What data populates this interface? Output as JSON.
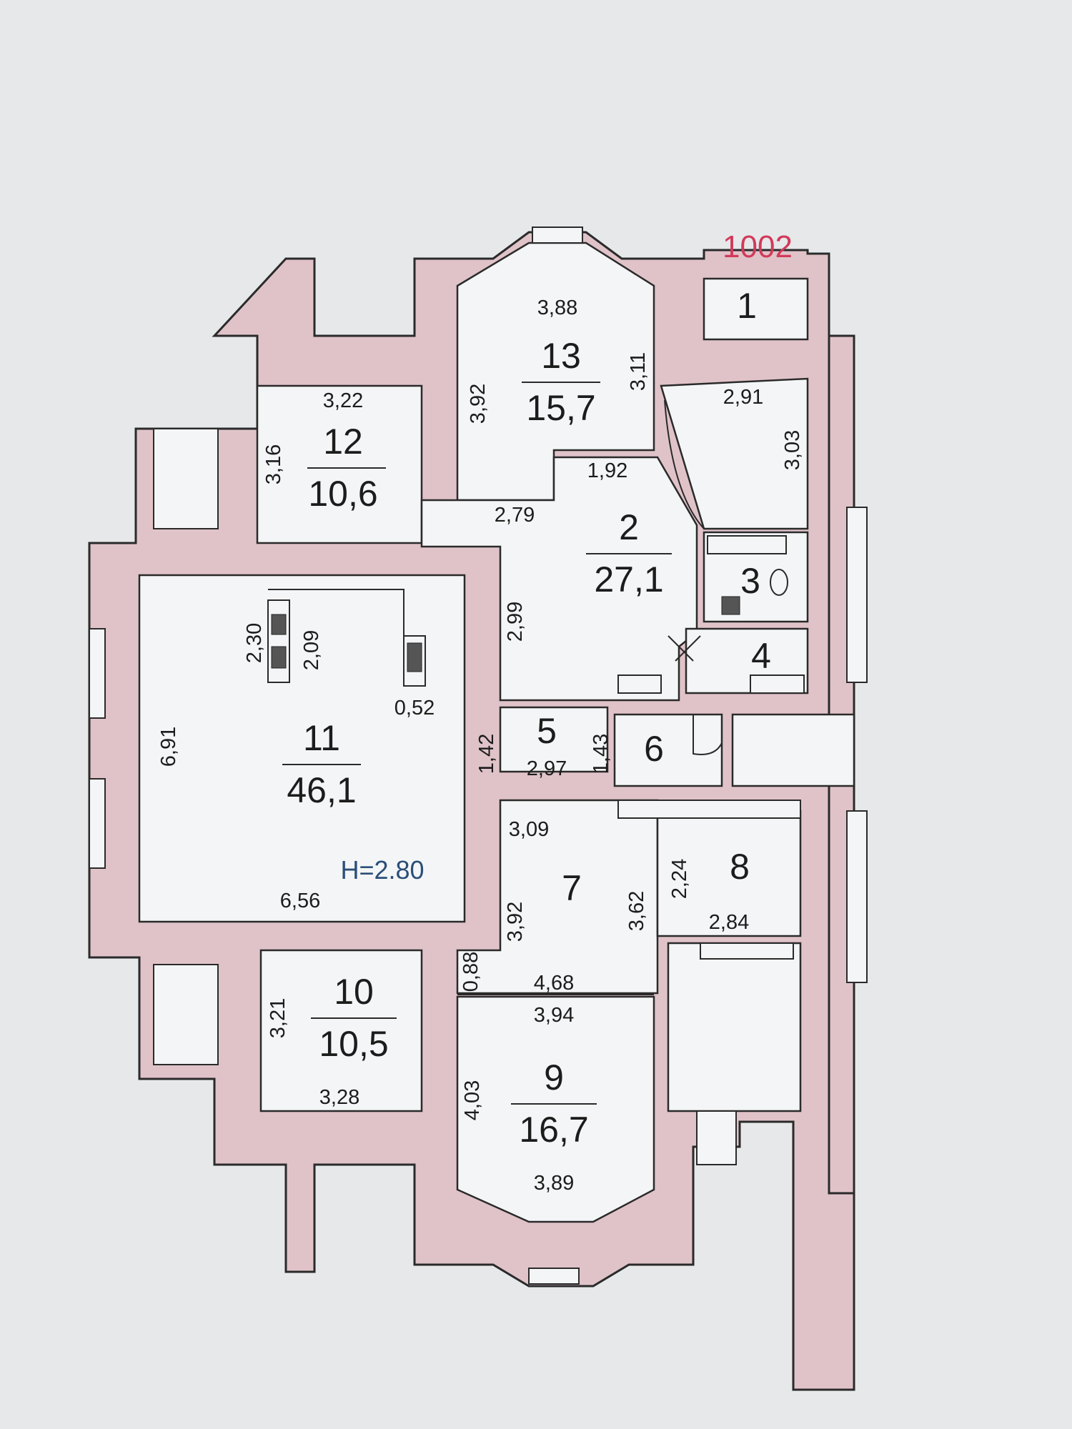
{
  "plan": {
    "apartment_number": "1002",
    "ceiling_height": "H=2.80",
    "rooms": [
      {
        "id": "1",
        "number": "1",
        "area": ""
      },
      {
        "id": "2",
        "number": "2",
        "area": "27,1"
      },
      {
        "id": "3",
        "number": "3",
        "area": ""
      },
      {
        "id": "4",
        "number": "4",
        "area": ""
      },
      {
        "id": "5",
        "number": "5",
        "area": ""
      },
      {
        "id": "6",
        "number": "6",
        "area": ""
      },
      {
        "id": "7",
        "number": "7",
        "area": ""
      },
      {
        "id": "8",
        "number": "8",
        "area": ""
      },
      {
        "id": "9",
        "number": "9",
        "area": "16,7"
      },
      {
        "id": "10",
        "number": "10",
        "area": "10,5"
      },
      {
        "id": "11",
        "number": "11",
        "area": "46,1"
      },
      {
        "id": "12",
        "number": "12",
        "area": "10,6"
      },
      {
        "id": "13",
        "number": "13",
        "area": "15,7"
      }
    ],
    "dimensions": {
      "r13_top": "3,88",
      "r13_left": "3,92",
      "r13_right": "3,11",
      "r13_bottom": "1,92",
      "r12_top": "3,22",
      "r12_left": "3,16",
      "r1_bottom": "2,91",
      "r1_right": "3,03",
      "r2_top": "2,79",
      "r2_left": "2,99",
      "r11_a": "2,30",
      "r11_b": "2,09",
      "r11_c": "0,52",
      "r11_left": "6,91",
      "r11_bottom": "6,56",
      "r5_a": "1,42",
      "r5_b": "1,43",
      "r5_c": "2,97",
      "r7_top": "3,09",
      "r7_left": "3,92",
      "r7_right": "3,62",
      "r8_left": "2,24",
      "r8_bottom": "2,84",
      "r10_left": "3,21",
      "r10_bottom": "3,28",
      "corr_small": "0,88",
      "corr_len": "4,68",
      "r9_top": "3,94",
      "r9_left": "4,03",
      "r9_bottom": "3,89"
    }
  }
}
